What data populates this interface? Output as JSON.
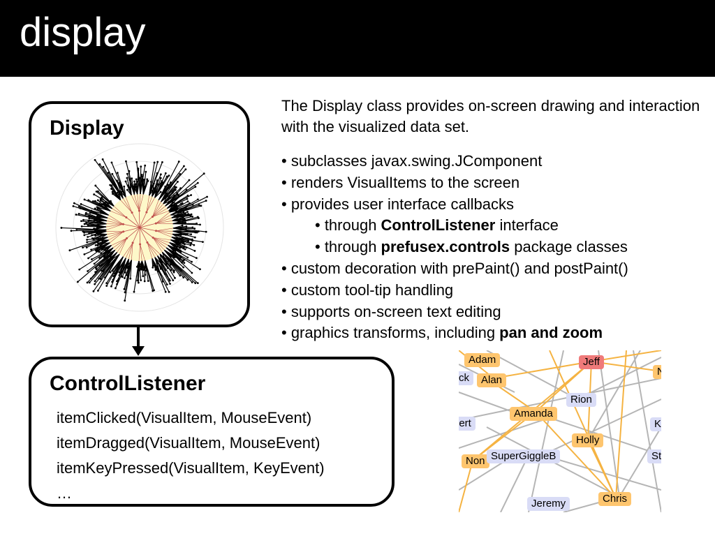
{
  "slide": {
    "title": "display"
  },
  "display_box": {
    "title": "Display"
  },
  "listener_box": {
    "title": "ControlListener",
    "methods": [
      "itemClicked(VisualItem, MouseEvent)",
      "itemDragged(VisualItem, MouseEvent)",
      "itemKeyPressed(VisualItem, KeyEvent)",
      "…"
    ]
  },
  "description": "The Display class provides on-screen drawing and interaction with the visualized data set.",
  "bullets": [
    {
      "pre": "• subclasses javax.swing.JComponent",
      "bold": "",
      "post": "",
      "indent": false
    },
    {
      "pre": "• renders VisualItems to the screen",
      "bold": "",
      "post": "",
      "indent": false
    },
    {
      "pre": "• provides user interface callbacks",
      "bold": "",
      "post": "",
      "indent": false
    },
    {
      "pre": "• through ",
      "bold": "ControlListener",
      "post": " interface",
      "indent": true
    },
    {
      "pre": "• through ",
      "bold": "prefusex.controls",
      "post": " package classes",
      "indent": true
    },
    {
      "pre": "• custom decoration with prePaint() and postPaint()",
      "bold": "",
      "post": "",
      "indent": false
    },
    {
      "pre": "• custom tool-tip handling",
      "bold": "",
      "post": "",
      "indent": false
    },
    {
      "pre": "• supports on-screen text editing",
      "bold": "",
      "post": "",
      "indent": false
    },
    {
      "pre": "• graphics transforms, including ",
      "bold": "pan and zoom",
      "post": "",
      "indent": false
    }
  ],
  "graph_nodes": [
    {
      "label": "Adam",
      "color": "orange"
    },
    {
      "label": "Jeff",
      "color": "red"
    },
    {
      "label": "N",
      "color": "orange"
    },
    {
      "label": "ck",
      "color": "blue"
    },
    {
      "label": "Alan",
      "color": "orange"
    },
    {
      "label": "Rion",
      "color": "blue"
    },
    {
      "label": "Amanda",
      "color": "orange"
    },
    {
      "label": "pert",
      "color": "blue"
    },
    {
      "label": "K",
      "color": "blue"
    },
    {
      "label": "Holly",
      "color": "orange"
    },
    {
      "label": "Non",
      "color": "orange"
    },
    {
      "label": "SuperGiggleB",
      "color": "blue"
    },
    {
      "label": "St",
      "color": "blue"
    },
    {
      "label": "Jeremy",
      "color": "blue"
    },
    {
      "label": "Chris",
      "color": "orange"
    }
  ],
  "colors": {
    "title_bar": "#000000",
    "node_orange": "#fec56e",
    "node_blue": "#d9dcf6",
    "node_red": "#ef7a7a",
    "edge_orange": "#f5b342",
    "edge_gray": "#b5b5b5",
    "radial_center": "#fdf8c9"
  }
}
